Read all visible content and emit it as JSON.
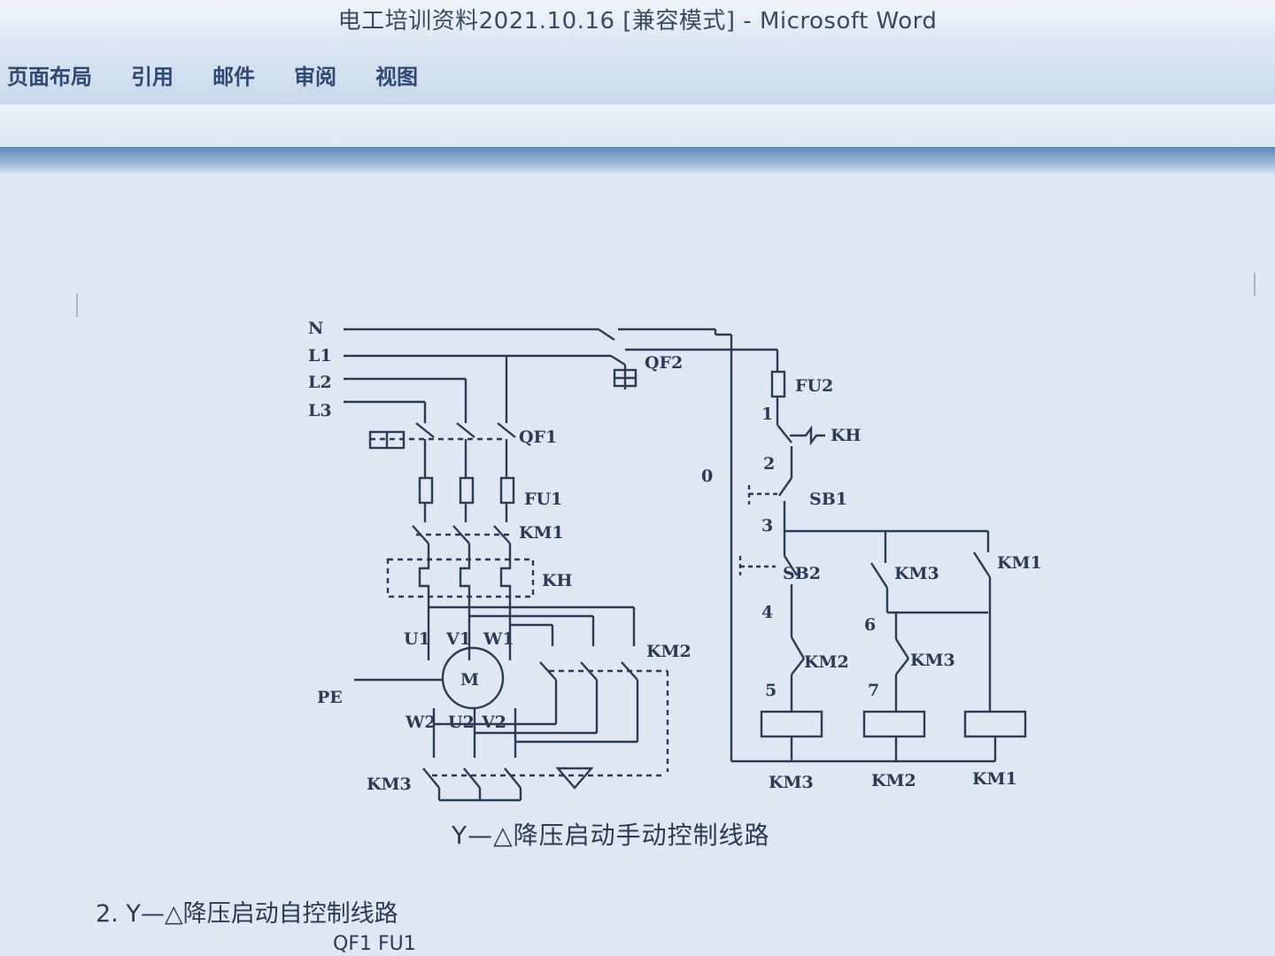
{
  "window": {
    "title": "电工培训资料2021.10.16 [兼容模式] - Microsoft Word"
  },
  "menu": {
    "items": [
      "页面布局",
      "引用",
      "邮件",
      "审阅",
      "视图"
    ]
  },
  "document": {
    "diagram_labels": {
      "N": "N",
      "L1": "L1",
      "L2": "L2",
      "L3": "L3",
      "QF2": "QF2",
      "QF1": "QF1",
      "FU1": "FU1",
      "FU2": "FU2",
      "KM1": "KM1",
      "KH": "KH",
      "KM2": "KM2",
      "KM3": "KM3",
      "M": "M",
      "PE": "PE",
      "U1": "U1",
      "V1": "V1",
      "W1": "W1",
      "W2": "W2",
      "U2": "U2",
      "V2": "V2",
      "SB1": "SB1",
      "SB2": "SB2",
      "n0": "0",
      "n1": "1",
      "n2": "2",
      "n3": "3",
      "n4": "4",
      "n5": "5",
      "n6": "6",
      "n7": "7"
    },
    "caption": "Y—△降压启动手动控制线路",
    "section_heading": "2. Y—△降压启动自控制线路",
    "partial_labels": "QF1  FU1"
  }
}
